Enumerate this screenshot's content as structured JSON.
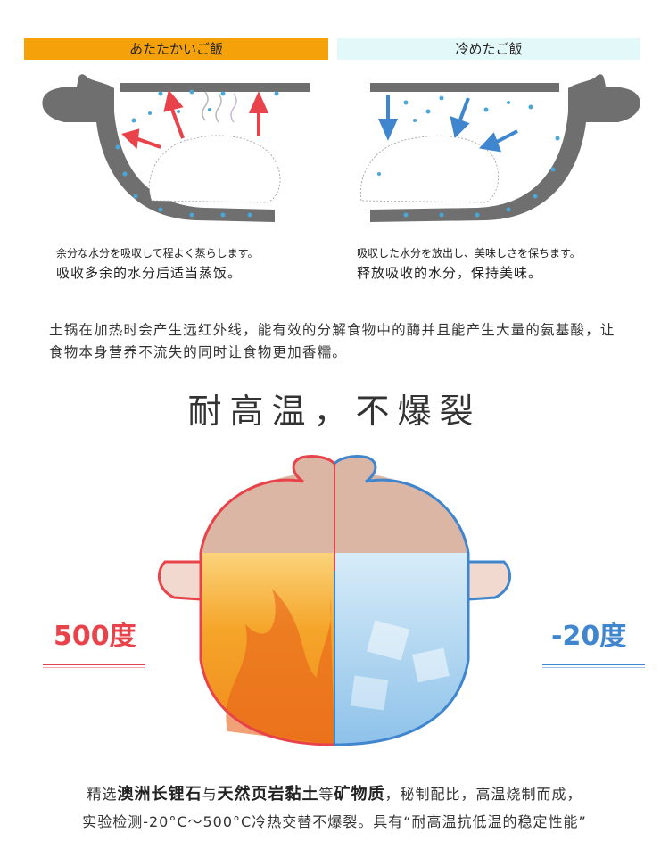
{
  "header": {
    "warm_label": "あたたかいご飯",
    "cold_label": "冷めたご飯"
  },
  "captions": {
    "warm_jp": "余分な水分を吸収して程よく蒸らします。",
    "warm_cn": "吸收多余的水分后适当蒸饭。",
    "cold_jp": "吸収した水分を放出し、美味しさを保ちます。",
    "cold_cn": "释放吸收的水分，保持美味。"
  },
  "paragraph": "土锅在加热时会产生远红外线，能有效的分解食物中的酶并且能产生大量的氨基酸，让食物本身营养不流失的同时让食物更加香糯。",
  "section_title": "耐高温，不爆裂",
  "temps": {
    "hot": "500度",
    "cold": "-20度"
  },
  "bottom": {
    "line1_a": "精选",
    "line1_b": "澳洲长锂石",
    "line1_c": "与",
    "line1_d": "天然页岩黏土",
    "line1_e": "等",
    "line1_f": "矿物质",
    "line1_g": "，秘制配比，高温烧制而成，",
    "line2": "实验检测-20°C～500°C冷热交替不爆裂。具有“耐高温抗低温的稳定性能”"
  },
  "colors": {
    "warm_header": "#f5a20a",
    "cold_header": "#e2f8f9",
    "hot_text": "#e8434a",
    "cold_text": "#3f86cf"
  }
}
